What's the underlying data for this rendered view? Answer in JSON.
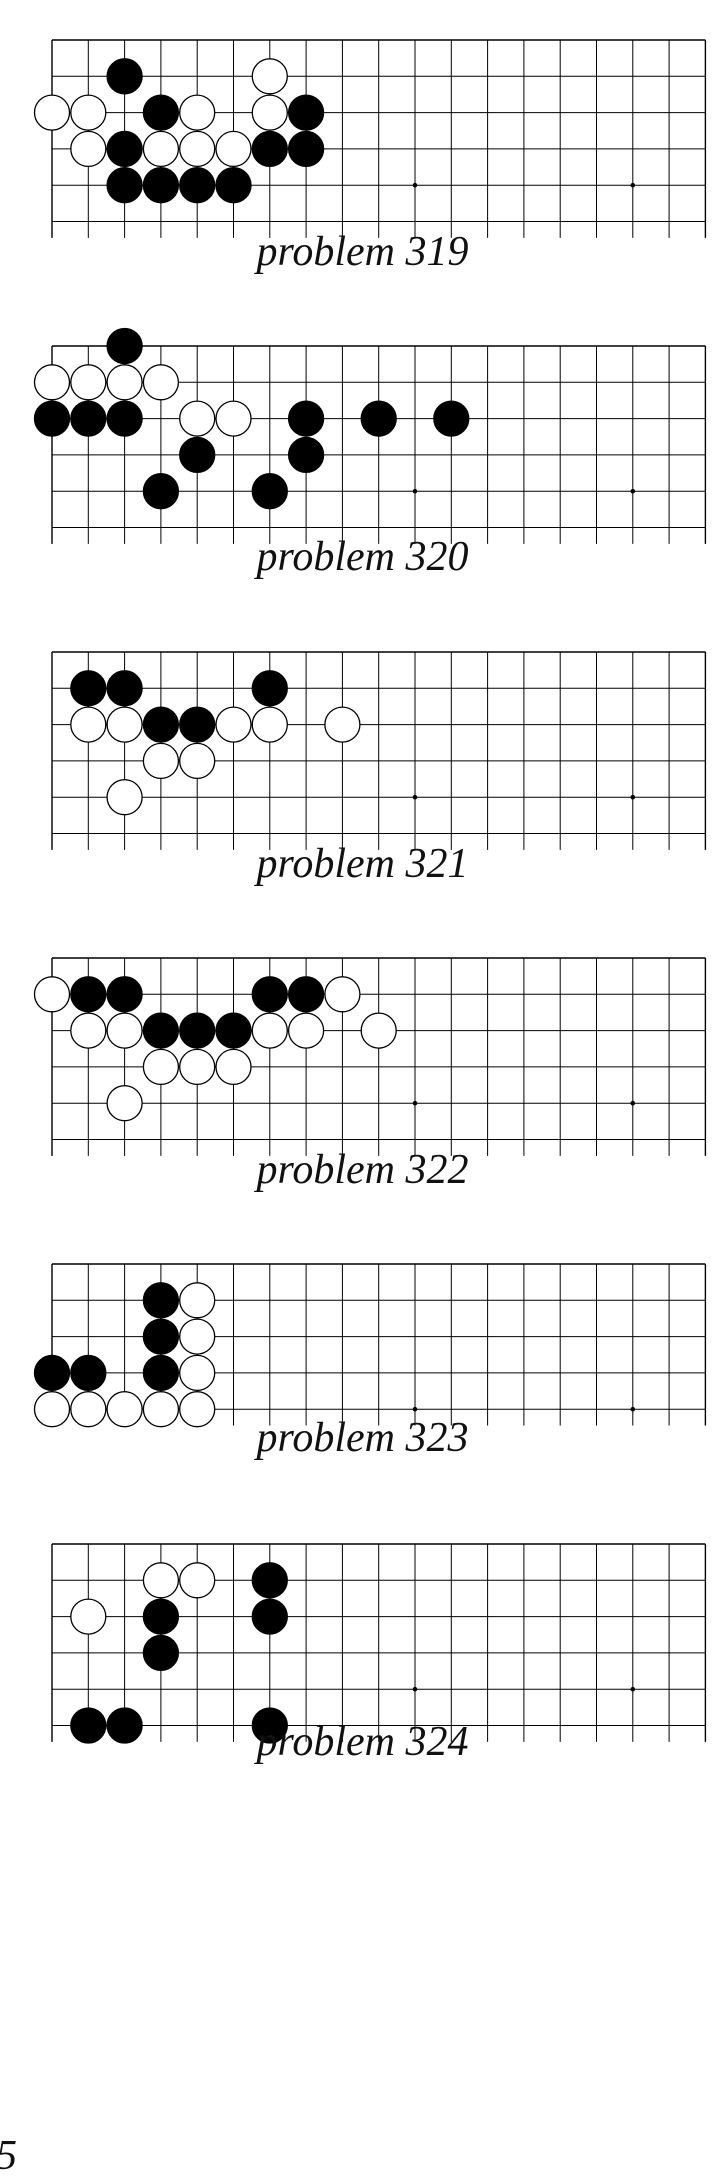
{
  "board": {
    "columns": 19,
    "star_points": [
      [
        10,
        4
      ],
      [
        16,
        4
      ]
    ],
    "colors": {
      "black": "#000000",
      "white": "#ffffff",
      "line": "#000000"
    }
  },
  "problems": [
    {
      "caption": "problem 319",
      "rows_shown": 6,
      "black": [
        [
          2,
          1
        ],
        [
          3,
          2
        ],
        [
          7,
          2
        ],
        [
          2,
          3
        ],
        [
          6,
          3
        ],
        [
          7,
          3
        ],
        [
          2,
          4
        ],
        [
          3,
          4
        ],
        [
          4,
          4
        ],
        [
          5,
          4
        ]
      ],
      "white": [
        [
          6,
          1
        ],
        [
          0,
          2
        ],
        [
          1,
          2
        ],
        [
          4,
          2
        ],
        [
          6,
          2
        ],
        [
          1,
          3
        ],
        [
          3,
          3
        ],
        [
          4,
          3
        ],
        [
          5,
          3
        ]
      ]
    },
    {
      "caption": "problem 320",
      "rows_shown": 6,
      "black": [
        [
          2,
          0
        ],
        [
          0,
          2
        ],
        [
          1,
          2
        ],
        [
          2,
          2
        ],
        [
          7,
          2
        ],
        [
          9,
          2
        ],
        [
          11,
          2
        ],
        [
          4,
          3
        ],
        [
          7,
          3
        ],
        [
          3,
          4
        ],
        [
          6,
          4
        ]
      ],
      "white": [
        [
          0,
          1
        ],
        [
          1,
          1
        ],
        [
          2,
          1
        ],
        [
          3,
          1
        ],
        [
          4,
          2
        ],
        [
          5,
          2
        ]
      ]
    },
    {
      "caption": "problem 321",
      "rows_shown": 6,
      "black": [
        [
          1,
          1
        ],
        [
          2,
          1
        ],
        [
          6,
          1
        ],
        [
          3,
          2
        ],
        [
          4,
          2
        ]
      ],
      "white": [
        [
          1,
          2
        ],
        [
          2,
          2
        ],
        [
          5,
          2
        ],
        [
          6,
          2
        ],
        [
          8,
          2
        ],
        [
          3,
          3
        ],
        [
          4,
          3
        ],
        [
          2,
          4
        ]
      ]
    },
    {
      "caption": "problem 322",
      "rows_shown": 6,
      "black": [
        [
          1,
          1
        ],
        [
          2,
          1
        ],
        [
          6,
          1
        ],
        [
          7,
          1
        ],
        [
          3,
          2
        ],
        [
          4,
          2
        ],
        [
          5,
          2
        ]
      ],
      "white": [
        [
          0,
          1
        ],
        [
          8,
          1
        ],
        [
          1,
          2
        ],
        [
          2,
          2
        ],
        [
          6,
          2
        ],
        [
          7,
          2
        ],
        [
          9,
          2
        ],
        [
          3,
          3
        ],
        [
          4,
          3
        ],
        [
          5,
          3
        ],
        [
          2,
          4
        ]
      ]
    },
    {
      "caption": "problem 323",
      "rows_shown": 5,
      "black": [
        [
          3,
          1
        ],
        [
          3,
          2
        ],
        [
          0,
          3
        ],
        [
          1,
          3
        ],
        [
          3,
          3
        ]
      ],
      "white": [
        [
          4,
          1
        ],
        [
          4,
          2
        ],
        [
          4,
          3
        ],
        [
          0,
          4
        ],
        [
          1,
          4
        ],
        [
          2,
          4
        ],
        [
          3,
          4
        ],
        [
          4,
          4
        ]
      ]
    },
    {
      "caption": "problem 324",
      "rows_shown": 6,
      "black": [
        [
          6,
          1
        ],
        [
          3,
          2
        ],
        [
          6,
          2
        ],
        [
          3,
          3
        ],
        [
          1,
          5
        ],
        [
          2,
          5
        ],
        [
          6,
          5
        ]
      ],
      "white": [
        [
          3,
          1
        ],
        [
          4,
          1
        ],
        [
          1,
          2
        ]
      ]
    }
  ],
  "page_number": "5"
}
